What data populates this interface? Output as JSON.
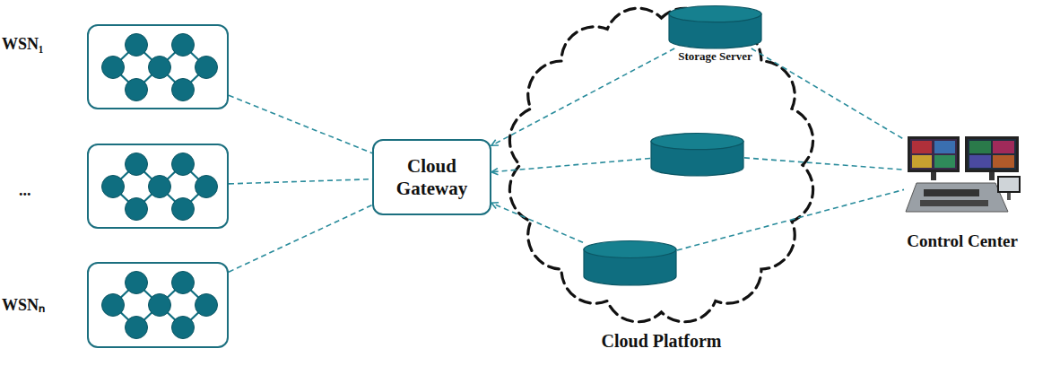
{
  "diagram": {
    "nodes": [
      {
        "text": [
          "WSN₁"
        ]
      },
      {
        "text": [
          "..."
        ]
      },
      {
        "text": [
          "WSNₙ"
        ]
      },
      {
        "text": [
          "Cloud Gateway"
        ]
      },
      {
        "text": [
          "Cloud Platform"
        ]
      },
      {
        "text": [
          "Storage Server"
        ],
        "in": 4
      },
      {
        "text": [],
        "in": 4
      },
      {
        "text": [],
        "in": 4
      },
      {
        "text": [
          "Control Center"
        ]
      }
    ],
    "edges": [
      {
        "from": 0,
        "to": 3,
        "arrow": "none"
      },
      {
        "from": 1,
        "to": 3,
        "arrow": "none"
      },
      {
        "from": 2,
        "to": 3,
        "arrow": "none"
      },
      {
        "from": 5,
        "to": 3,
        "arrow": "to"
      },
      {
        "from": 6,
        "to": 3,
        "arrow": "to"
      },
      {
        "from": 7,
        "to": 3,
        "arrow": "to"
      },
      {
        "from": 5,
        "to": 8,
        "arrow": "none"
      },
      {
        "from": 6,
        "to": 8,
        "arrow": "none"
      },
      {
        "from": 7,
        "to": 8,
        "arrow": "none"
      }
    ]
  }
}
